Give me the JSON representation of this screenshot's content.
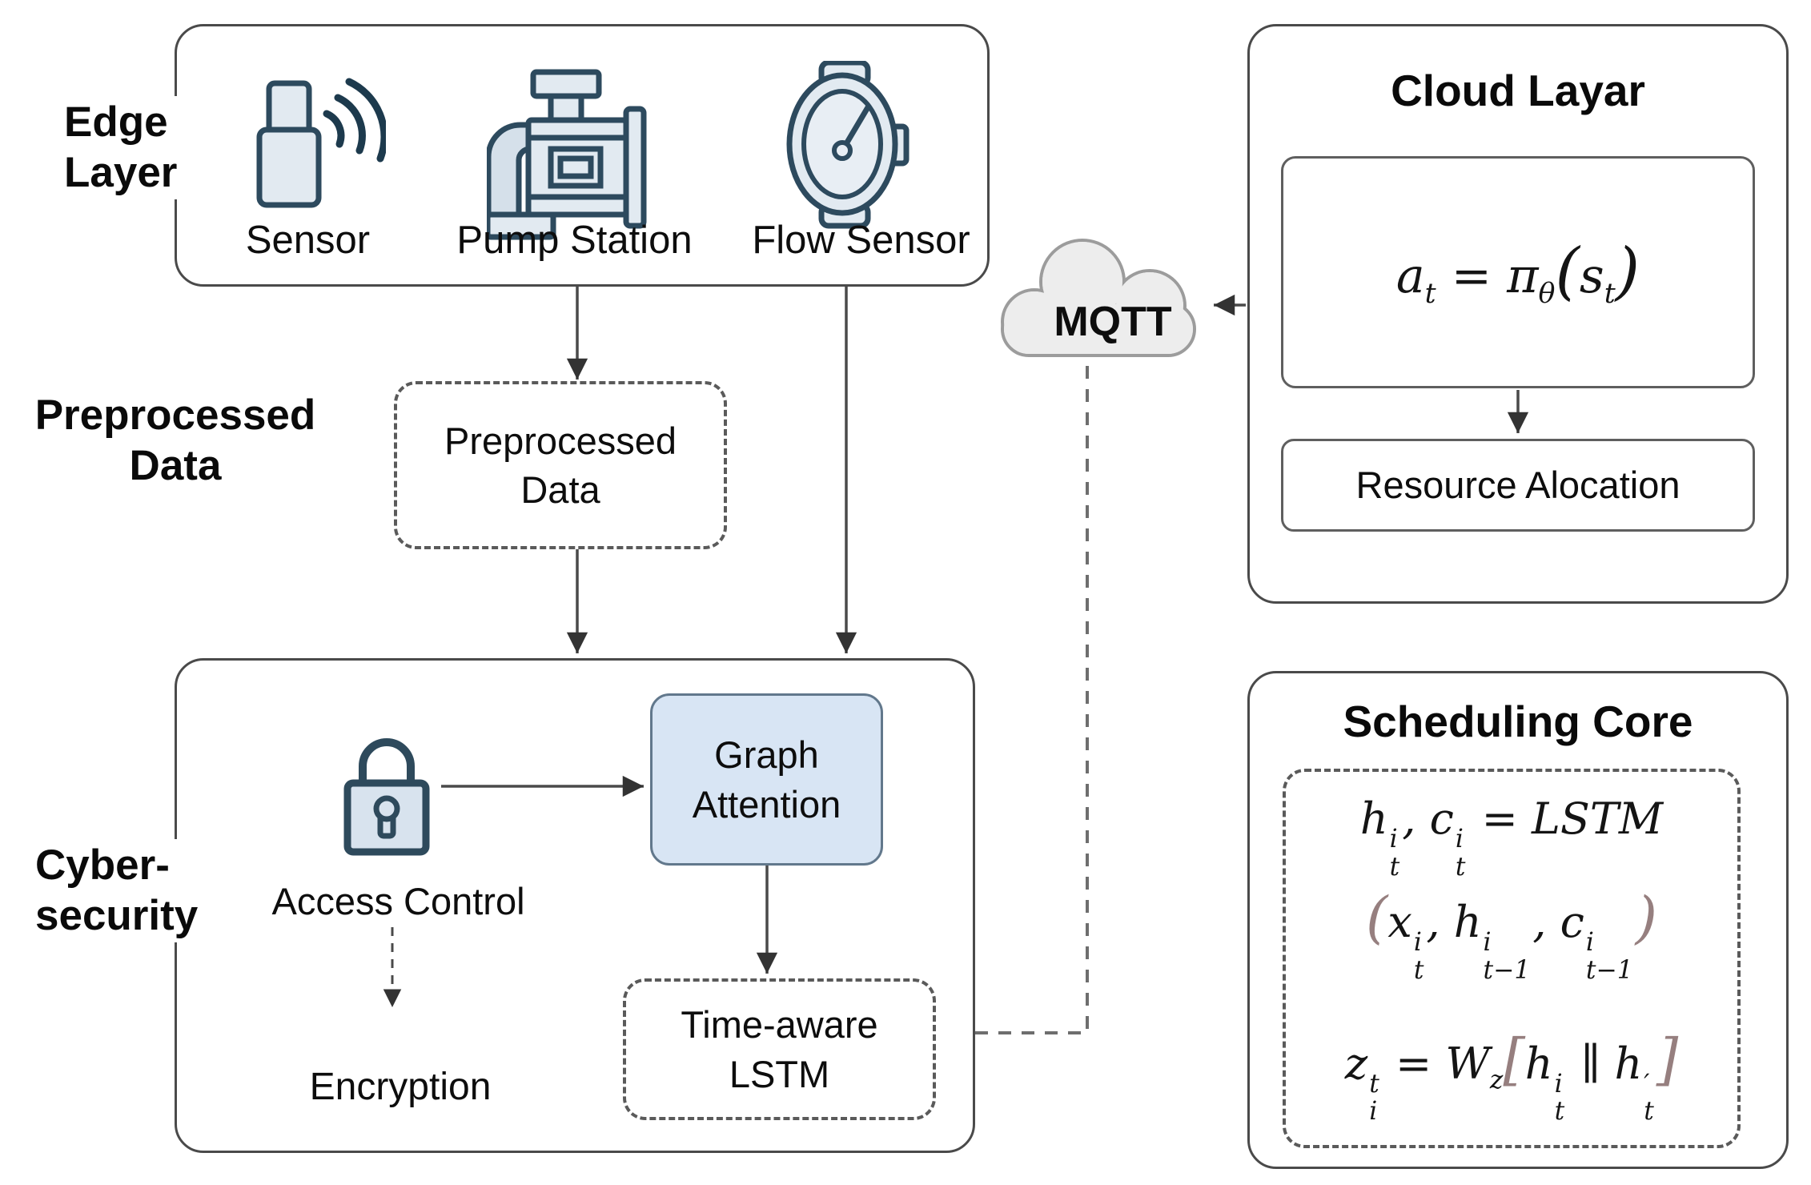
{
  "colors": {
    "accent_fill": "#d8e5f4",
    "icon_fill": "#e2eaf1",
    "icon_stroke": "#2d4a5e",
    "box_border": "#4a4a4a",
    "math_bracket": "#967f7f",
    "cloud_fill": "#ededed",
    "cloud_stroke": "#9c9c9c"
  },
  "edge_layer": {
    "label_lines": [
      "Edge",
      "Layer"
    ],
    "devices": [
      {
        "icon": "wireless-sensor-icon",
        "label": "Sensor"
      },
      {
        "icon": "pump-station-icon",
        "label": "Pump Station"
      },
      {
        "icon": "flow-sensor-icon",
        "label": "Flow Sensor"
      }
    ]
  },
  "preprocessed": {
    "outside_label_lines": [
      "Preprocessed",
      "Data"
    ],
    "box_lines": [
      "Preprocessed",
      "Data"
    ]
  },
  "cybersecurity": {
    "outside_label_lines": [
      "Cyber-",
      "security"
    ],
    "access_control_label": "Access Control",
    "encryption_label": "Encryption",
    "graph_attention_lines": [
      "Graph",
      "Attention"
    ],
    "time_lstm_lines": [
      "Time-aware",
      "LSTM"
    ]
  },
  "mqtt": {
    "label": "MQTT"
  },
  "cloud_layer": {
    "title": "Cloud Layar",
    "policy_formula": [
      {
        "t": "a"
      },
      {
        "sub": "t"
      },
      {
        "t": " = "
      },
      {
        "t": "π"
      },
      {
        "sub": "θ"
      },
      {
        "t": "(",
        "big": true
      },
      {
        "t": "s"
      },
      {
        "sub": "t"
      },
      {
        "t": ")",
        "big": true
      }
    ],
    "resource_label": "Resource Alocation"
  },
  "scheduling_core": {
    "title": "Scheduling Core",
    "lstm_formula_line1": [
      {
        "t": "h"
      },
      {
        "sup": "i",
        "sub": "t"
      },
      {
        "t": ", "
      },
      {
        "t": "c"
      },
      {
        "sup": "i",
        "sub": "t"
      },
      {
        "t": " = "
      },
      {
        "t": "LSTM"
      }
    ],
    "lstm_formula_line2": [
      {
        "t": "(",
        "color": "#967f7f",
        "big": true
      },
      {
        "t": "x"
      },
      {
        "sup": "i",
        "sub": "t"
      },
      {
        "t": ", "
      },
      {
        "t": "h"
      },
      {
        "sup": "i",
        "sub": "t−1"
      },
      {
        "t": ", "
      },
      {
        "t": "c"
      },
      {
        "sup": "i",
        "sub": "t−1"
      },
      {
        "t": ")",
        "color": "#967f7f",
        "big": true
      }
    ],
    "z_formula": [
      {
        "t": "z"
      },
      {
        "sup": "t",
        "sub": "i"
      },
      {
        "t": " = "
      },
      {
        "t": "W"
      },
      {
        "sub": "z"
      },
      {
        "t": "[",
        "color": "#967f7f",
        "big": true
      },
      {
        "t": "h"
      },
      {
        "sup": "i",
        "sub": "t"
      },
      {
        "t": " ∥ "
      },
      {
        "t": "h"
      },
      {
        "sup": "′",
        "sub": "t"
      },
      {
        "t": "]",
        "color": "#967f7f",
        "big": true
      }
    ]
  }
}
